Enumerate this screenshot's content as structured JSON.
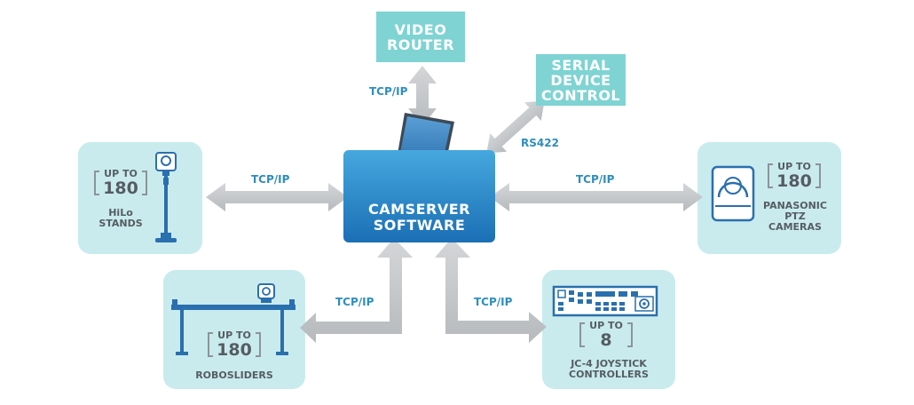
{
  "center": {
    "line1": "CAMSERVER",
    "line2": "SOFTWARE"
  },
  "video_router": {
    "line1": "VIDEO",
    "line2": "ROUTER"
  },
  "serial_device": {
    "line1": "SERIAL",
    "line2": "DEVICE",
    "line3": "CONTROL"
  },
  "links": {
    "video": "TCP/IP",
    "serial": "RS422",
    "hilo": "TCP/IP",
    "ptz": "TCP/IP",
    "slider": "TCP/IP",
    "joystick": "TCP/IP"
  },
  "hilo": {
    "up_to": "UP TO",
    "count": "180",
    "line1": "HiLo",
    "line2": "STANDS"
  },
  "ptz": {
    "up_to": "UP TO",
    "count": "180",
    "line1": "PANASONIC",
    "line2": "PTZ",
    "line3": "CAMERAS"
  },
  "slider": {
    "up_to": "UP TO",
    "count": "180",
    "line1": "ROBOSLIDERS"
  },
  "joystick": {
    "up_to": "UP TO",
    "count": "8",
    "line1": "JC-4 JOYSTICK",
    "line2": "CONTROLLERS"
  },
  "colors": {
    "panel": "#c9ebee",
    "teal": "#7fd3d3",
    "blue": "#2f8ebd",
    "arrow": "#c7cacd",
    "device": "#555d62"
  }
}
